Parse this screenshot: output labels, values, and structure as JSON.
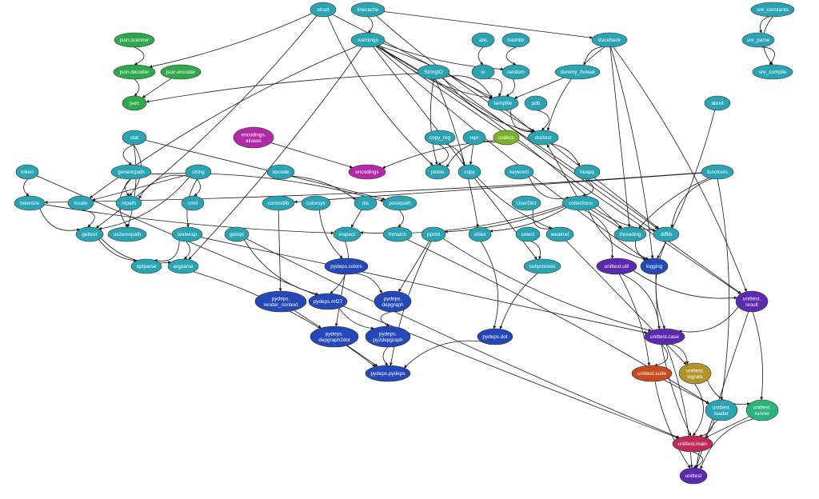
{
  "colors": {
    "teal": "#2aa3b3",
    "green": "#2ea84a",
    "lime": "#7bb22a",
    "magenta": "#b22aa8",
    "blue": "#2448b8",
    "purple": "#5a2ab0",
    "orange": "#c84a1e",
    "olive": "#b3942a",
    "mint": "#2ab37a",
    "crimson": "#c02a5a",
    "edge": "#1a1a1a"
  },
  "nodes": [
    {
      "id": "struct",
      "lines": [
        "struct"
      ],
      "color": "teal"
    },
    {
      "id": "linecache",
      "lines": [
        "linecache"
      ],
      "color": "teal"
    },
    {
      "id": "sre_constants",
      "lines": [
        "sre_constants"
      ],
      "color": "teal"
    },
    {
      "id": "json.scanner",
      "lines": [
        "json.scanner"
      ],
      "color": "green"
    },
    {
      "id": "warnings",
      "lines": [
        "warnings"
      ],
      "color": "teal"
    },
    {
      "id": "abc",
      "lines": [
        "abc"
      ],
      "color": "teal"
    },
    {
      "id": "hashlib",
      "lines": [
        "hashlib"
      ],
      "color": "teal"
    },
    {
      "id": "traceback",
      "lines": [
        "traceback"
      ],
      "color": "teal"
    },
    {
      "id": "sre_parse",
      "lines": [
        "sre_parse"
      ],
      "color": "teal"
    },
    {
      "id": "json.decoder",
      "lines": [
        "json.decoder"
      ],
      "color": "green"
    },
    {
      "id": "json.encoder",
      "lines": [
        "json.encoder"
      ],
      "color": "green"
    },
    {
      "id": "StringIO",
      "lines": [
        "StringIO"
      ],
      "color": "teal"
    },
    {
      "id": "io",
      "lines": [
        "io"
      ],
      "color": "teal"
    },
    {
      "id": "random",
      "lines": [
        "random"
      ],
      "color": "teal"
    },
    {
      "id": "dummy_thread",
      "lines": [
        "dummy_thread"
      ],
      "color": "teal"
    },
    {
      "id": "sre_compile",
      "lines": [
        "sre_compile"
      ],
      "color": "teal"
    },
    {
      "id": "json",
      "lines": [
        "json"
      ],
      "color": "green"
    },
    {
      "id": "tempfile",
      "lines": [
        "tempfile"
      ],
      "color": "teal"
    },
    {
      "id": "pdb",
      "lines": [
        "pdb"
      ],
      "color": "teal"
    },
    {
      "id": "atexit",
      "lines": [
        "atexit"
      ],
      "color": "teal"
    },
    {
      "id": "encodings.aliases",
      "lines": [
        "encodings.",
        "aliases"
      ],
      "color": "magenta"
    },
    {
      "id": "stat",
      "lines": [
        "stat"
      ],
      "color": "teal"
    },
    {
      "id": "copy_reg",
      "lines": [
        "copy_reg"
      ],
      "color": "teal"
    },
    {
      "id": "repr",
      "lines": [
        "repr"
      ],
      "color": "teal"
    },
    {
      "id": "codecs",
      "lines": [
        "codecs"
      ],
      "color": "lime"
    },
    {
      "id": "doctest",
      "lines": [
        "doctest"
      ],
      "color": "teal"
    },
    {
      "id": "token",
      "lines": [
        "token"
      ],
      "color": "teal"
    },
    {
      "id": "genericpath",
      "lines": [
        "genericpath"
      ],
      "color": "teal"
    },
    {
      "id": "string",
      "lines": [
        "string"
      ],
      "color": "teal"
    },
    {
      "id": "opcode",
      "lines": [
        "opcode"
      ],
      "color": "teal"
    },
    {
      "id": "encodings",
      "lines": [
        "encodings"
      ],
      "color": "magenta"
    },
    {
      "id": "pickle",
      "lines": [
        "pickle"
      ],
      "color": "teal"
    },
    {
      "id": "copy",
      "lines": [
        "copy"
      ],
      "color": "teal"
    },
    {
      "id": "keyword",
      "lines": [
        "keyword"
      ],
      "color": "teal"
    },
    {
      "id": "heapq",
      "lines": [
        "heapq"
      ],
      "color": "teal"
    },
    {
      "id": "functools",
      "lines": [
        "functools"
      ],
      "color": "teal"
    },
    {
      "id": "tokenize",
      "lines": [
        "tokenize"
      ],
      "color": "teal"
    },
    {
      "id": "locale",
      "lines": [
        "locale"
      ],
      "color": "teal"
    },
    {
      "id": "ntpath",
      "lines": [
        "ntpath"
      ],
      "color": "teal"
    },
    {
      "id": "cmd",
      "lines": [
        "cmd"
      ],
      "color": "teal"
    },
    {
      "id": "contextlib",
      "lines": [
        "contextlib"
      ],
      "color": "teal"
    },
    {
      "id": "colorsys",
      "lines": [
        "colorsys"
      ],
      "color": "teal"
    },
    {
      "id": "dis",
      "lines": [
        "dis"
      ],
      "color": "teal"
    },
    {
      "id": "posixpath",
      "lines": [
        "posixpath"
      ],
      "color": "teal"
    },
    {
      "id": "UserDict",
      "lines": [
        "UserDict"
      ],
      "color": "teal"
    },
    {
      "id": "collections",
      "lines": [
        "collections"
      ],
      "color": "teal"
    },
    {
      "id": "gettext",
      "lines": [
        "gettext"
      ],
      "color": "teal"
    },
    {
      "id": "os2emxpath",
      "lines": [
        "os2emxpath"
      ],
      "color": "teal"
    },
    {
      "id": "textwrap",
      "lines": [
        "textwrap"
      ],
      "color": "teal"
    },
    {
      "id": "getopt",
      "lines": [
        "getopt"
      ],
      "color": "teal"
    },
    {
      "id": "inspect",
      "lines": [
        "inspect"
      ],
      "color": "teal"
    },
    {
      "id": "fnmatch",
      "lines": [
        "fnmatch"
      ],
      "color": "teal"
    },
    {
      "id": "pprint",
      "lines": [
        "pprint"
      ],
      "color": "teal"
    },
    {
      "id": "shlex",
      "lines": [
        "shlex"
      ],
      "color": "teal"
    },
    {
      "id": "select",
      "lines": [
        "select"
      ],
      "color": "teal"
    },
    {
      "id": "weakref",
      "lines": [
        "weakref"
      ],
      "color": "teal"
    },
    {
      "id": "threading",
      "lines": [
        "threading"
      ],
      "color": "teal"
    },
    {
      "id": "difflib",
      "lines": [
        "difflib"
      ],
      "color": "teal"
    },
    {
      "id": "optparse",
      "lines": [
        "optparse"
      ],
      "color": "teal"
    },
    {
      "id": "argparse",
      "lines": [
        "argparse"
      ],
      "color": "teal"
    },
    {
      "id": "pydeps.colors",
      "lines": [
        "pydeps.colors"
      ],
      "color": "blue"
    },
    {
      "id": "subprocess",
      "lines": [
        "subprocess"
      ],
      "color": "teal"
    },
    {
      "id": "unittest.util",
      "lines": [
        "unittest.util"
      ],
      "color": "purple"
    },
    {
      "id": "logging",
      "lines": [
        "logging"
      ],
      "color": "blue"
    },
    {
      "id": "pydeps.render_context",
      "lines": [
        "pydeps.",
        "render_context"
      ],
      "color": "blue"
    },
    {
      "id": "pydeps.mf27",
      "lines": [
        "pydeps.mf27"
      ],
      "color": "blue"
    },
    {
      "id": "pydeps.depgraph",
      "lines": [
        "pydeps.",
        "depgraph"
      ],
      "color": "blue"
    },
    {
      "id": "unittest.result",
      "lines": [
        "unittest.",
        "result"
      ],
      "color": "purple"
    },
    {
      "id": "pydeps.depgraph2dot",
      "lines": [
        "pydeps.",
        "depgraph2dot"
      ],
      "color": "blue"
    },
    {
      "id": "pydeps.py2depgraph",
      "lines": [
        "pydeps.",
        "py2depgraph"
      ],
      "color": "blue"
    },
    {
      "id": "pydeps.dot",
      "lines": [
        "pydeps.dot"
      ],
      "color": "blue"
    },
    {
      "id": "unittest.case",
      "lines": [
        "unittest.case"
      ],
      "color": "purple"
    },
    {
      "id": "pydeps.pydeps",
      "lines": [
        "pydeps.pydeps"
      ],
      "color": "blue"
    },
    {
      "id": "unittest.suite",
      "lines": [
        "unittest.suite"
      ],
      "color": "orange"
    },
    {
      "id": "unittest.signals",
      "lines": [
        "unittest.",
        "signals"
      ],
      "color": "olive"
    },
    {
      "id": "unittest.loader",
      "lines": [
        "unittest.",
        "loader"
      ],
      "color": "teal"
    },
    {
      "id": "unittest.runner",
      "lines": [
        "unittest.",
        "runner"
      ],
      "color": "mint"
    },
    {
      "id": "unittest.main",
      "lines": [
        "unittest.main"
      ],
      "color": "crimson"
    },
    {
      "id": "unittest",
      "lines": [
        "unittest"
      ],
      "color": "purple"
    }
  ],
  "edges": [
    [
      "json.scanner",
      "json.decoder"
    ],
    [
      "json.decoder",
      "json"
    ],
    [
      "json.encoder",
      "json"
    ],
    [
      "sre_constants",
      "sre_parse"
    ],
    [
      "sre_constants",
      "sre_compile"
    ],
    [
      "sre_parse",
      "sre_compile"
    ],
    [
      "linecache",
      "warnings"
    ],
    [
      "linecache",
      "traceback"
    ],
    [
      "linecache",
      "doctest"
    ],
    [
      "struct",
      "pickle"
    ],
    [
      "struct",
      "gettext"
    ],
    [
      "struct",
      "json.decoder"
    ],
    [
      "struct",
      "tempfile"
    ],
    [
      "warnings",
      "random"
    ],
    [
      "warnings",
      "tempfile"
    ],
    [
      "warnings",
      "doctest"
    ],
    [
      "warnings",
      "argparse"
    ],
    [
      "warnings",
      "subprocess"
    ],
    [
      "warnings",
      "logging"
    ],
    [
      "warnings",
      "locale"
    ],
    [
      "warnings",
      "threading"
    ],
    [
      "warnings",
      "difflib"
    ],
    [
      "warnings",
      "unittest.result"
    ],
    [
      "abc",
      "io"
    ],
    [
      "hashlib",
      "random"
    ],
    [
      "io",
      "tempfile"
    ],
    [
      "random",
      "tempfile"
    ],
    [
      "dummy_thread",
      "tempfile"
    ],
    [
      "traceback",
      "dummy_thread"
    ],
    [
      "traceback",
      "doctest"
    ],
    [
      "traceback",
      "unittest.result"
    ],
    [
      "traceback",
      "logging"
    ],
    [
      "traceback",
      "threading"
    ],
    [
      "StringIO",
      "pickle"
    ],
    [
      "StringIO",
      "doctest"
    ],
    [
      "StringIO",
      "tempfile"
    ],
    [
      "StringIO",
      "shlex"
    ],
    [
      "StringIO",
      "unittest.result"
    ],
    [
      "StringIO",
      "json"
    ],
    [
      "tempfile",
      "doctest"
    ],
    [
      "pdb",
      "doctest"
    ],
    [
      "atexit",
      "logging"
    ],
    [
      "encodings.aliases",
      "encodings"
    ],
    [
      "codecs",
      "encodings"
    ],
    [
      "codecs",
      "pickle"
    ],
    [
      "copy_reg",
      "pickle"
    ],
    [
      "copy_reg",
      "copy"
    ],
    [
      "repr",
      "copy"
    ],
    [
      "copy",
      "weakref"
    ],
    [
      "keyword",
      "collections"
    ],
    [
      "heapq",
      "collections"
    ],
    [
      "doctest",
      "heapq"
    ],
    [
      "doctest",
      "difflib"
    ],
    [
      "functools",
      "threading"
    ],
    [
      "functools",
      "difflib"
    ],
    [
      "functools",
      "unittest.loader"
    ],
    [
      "functools",
      "tokenize"
    ],
    [
      "functools",
      "contextlib"
    ],
    [
      "token",
      "tokenize"
    ],
    [
      "stat",
      "genericpath"
    ],
    [
      "stat",
      "ntpath"
    ],
    [
      "stat",
      "os2emxpath"
    ],
    [
      "stat",
      "posixpath"
    ],
    [
      "genericpath",
      "ntpath"
    ],
    [
      "genericpath",
      "os2emxpath"
    ],
    [
      "genericpath",
      "posixpath"
    ],
    [
      "string",
      "cmd"
    ],
    [
      "string",
      "locale"
    ],
    [
      "string",
      "textwrap"
    ],
    [
      "string",
      "ntpath"
    ],
    [
      "string",
      "gettext"
    ],
    [
      "opcode",
      "dis"
    ],
    [
      "dis",
      "inspect"
    ],
    [
      "tokenize",
      "inspect"
    ],
    [
      "tokenize",
      "gettext"
    ],
    [
      "locale",
      "gettext"
    ],
    [
      "posixpath",
      "fnmatch"
    ],
    [
      "contextlib",
      "pydeps.render_context"
    ],
    [
      "colorsys",
      "pydeps.colors"
    ],
    [
      "UserDict",
      "weakref"
    ],
    [
      "collections",
      "inspect"
    ],
    [
      "collections",
      "shlex"
    ],
    [
      "collections",
      "threading"
    ],
    [
      "collections",
      "difflib"
    ],
    [
      "collections",
      "logging"
    ],
    [
      "collections",
      "unittest.util"
    ],
    [
      "collections",
      "pprint"
    ],
    [
      "collections",
      "doctest"
    ],
    [
      "gettext",
      "optparse"
    ],
    [
      "gettext",
      "argparse"
    ],
    [
      "textwrap",
      "optparse"
    ],
    [
      "textwrap",
      "argparse"
    ],
    [
      "textwrap",
      "unittest.case"
    ],
    [
      "getopt",
      "unittest.main"
    ],
    [
      "getopt",
      "pydeps.mf27"
    ],
    [
      "inspect",
      "pydeps.mf27"
    ],
    [
      "fnmatch",
      "unittest.loader"
    ],
    [
      "pprint",
      "pydeps.depgraph"
    ],
    [
      "pprint",
      "pydeps.pydeps"
    ],
    [
      "pprint",
      "unittest.case"
    ],
    [
      "shlex",
      "pydeps.dot"
    ],
    [
      "select",
      "subprocess"
    ],
    [
      "weakref",
      "unittest.signals"
    ],
    [
      "threading",
      "logging"
    ],
    [
      "difflib",
      "unittest.case"
    ],
    [
      "argparse",
      "pydeps.pydeps"
    ],
    [
      "pydeps.colors",
      "pydeps.depgraph"
    ],
    [
      "pydeps.colors",
      "pydeps.depgraph2dot"
    ],
    [
      "subprocess",
      "pydeps.dot"
    ],
    [
      "unittest.util",
      "unittest.result"
    ],
    [
      "unittest.util",
      "unittest.case"
    ],
    [
      "unittest.util",
      "unittest.suite"
    ],
    [
      "pydeps.render_context",
      "pydeps.depgraph2dot"
    ],
    [
      "pydeps.mf27",
      "pydeps.py2depgraph"
    ],
    [
      "pydeps.depgraph",
      "pydeps.py2depgraph"
    ],
    [
      "unittest.result",
      "unittest.case"
    ],
    [
      "unittest.result",
      "unittest.runner"
    ],
    [
      "pydeps.depgraph2dot",
      "pydeps.pydeps"
    ],
    [
      "pydeps.py2depgraph",
      "pydeps.pydeps"
    ],
    [
      "pydeps.dot",
      "pydeps.pydeps"
    ],
    [
      "unittest.case",
      "unittest.suite"
    ],
    [
      "unittest.case",
      "unittest.signals"
    ],
    [
      "unittest.suite",
      "unittest.loader"
    ],
    [
      "unittest.suite",
      "unittest"
    ],
    [
      "unittest.signals",
      "unittest.runner"
    ],
    [
      "unittest.signals",
      "unittest.main"
    ],
    [
      "unittest.loader",
      "unittest.main"
    ],
    [
      "unittest.runner",
      "unittest.main"
    ],
    [
      "unittest.loader",
      "unittest"
    ],
    [
      "unittest.runner",
      "unittest"
    ],
    [
      "unittest.main",
      "unittest"
    ],
    [
      "unittest.case",
      "unittest"
    ],
    [
      "unittest.result",
      "unittest"
    ],
    [
      "token",
      "unittest.main"
    ],
    [
      "logging",
      "unittest.main"
    ]
  ]
}
